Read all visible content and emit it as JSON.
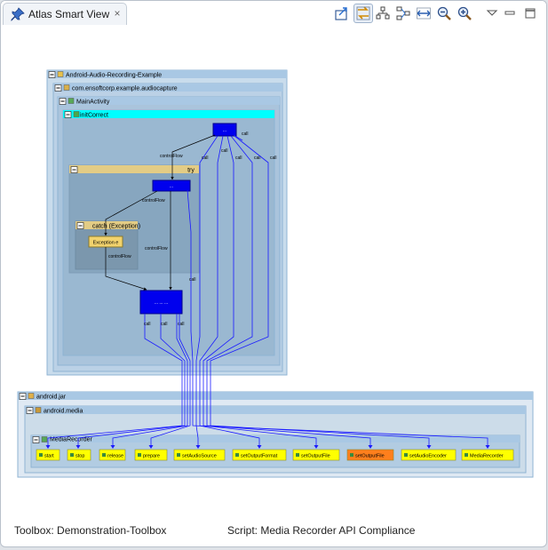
{
  "view": {
    "title": "Atlas Smart View",
    "close_glyph": "×",
    "toolbar": [
      {
        "name": "export-icon",
        "active": false
      },
      {
        "name": "link-selection-icon",
        "active": true
      },
      {
        "name": "hierarchy-icon",
        "active": false
      },
      {
        "name": "graph-layout-icon",
        "active": false
      },
      {
        "name": "fit-width-icon",
        "active": false
      },
      {
        "name": "zoom-out-icon",
        "active": false
      },
      {
        "name": "zoom-in-icon",
        "active": false
      },
      {
        "name": "view-menu-icon",
        "active": false
      },
      {
        "name": "minimize-icon",
        "active": false
      },
      {
        "name": "maximize-icon",
        "active": false
      }
    ]
  },
  "graph": {
    "containers": {
      "project": {
        "label": "Android-Audio-Recording-Example"
      },
      "package": {
        "label": "com.ensoftcorp.example.audiocapture"
      },
      "class_main": {
        "label": "MainActivity"
      },
      "method": {
        "label": "initCorrect"
      },
      "try_block": {
        "label": "try"
      },
      "catch_block": {
        "label": "catch (Exception)"
      },
      "jar": {
        "label": "android.jar"
      },
      "media_pkg": {
        "label": "android.media"
      },
      "recorder_class": {
        "label": "MediaRecorder"
      }
    },
    "nodes": {
      "entry": {
        "label": "..."
      },
      "try_stmt": {
        "label": "..."
      },
      "catch_param": {
        "label": "Exception e"
      },
      "merge": {
        "label": "...  ... ..."
      }
    },
    "api_methods": [
      "start",
      "stop",
      "release",
      "prepare",
      "setAudioSource",
      "setOutputFormat",
      "setOutputFile",
      "setOutputFile",
      "setAudioEncoder",
      "MediaRecorder"
    ],
    "highlighted_method_index": 7,
    "edge_labels": {
      "call": "call",
      "control_flow": "controlFlow"
    },
    "colors": {
      "node_blue": "#0000ee",
      "api_yellow": "#ffff00",
      "api_highlight": "#ff7f1c",
      "method_header": "#00ffff",
      "block_header": "#e3cc85",
      "edge": "#1a1aff"
    }
  },
  "status": {
    "toolbox": "Toolbox: Demonstration-Toolbox",
    "script": "Script: Media Recorder API Compliance"
  }
}
